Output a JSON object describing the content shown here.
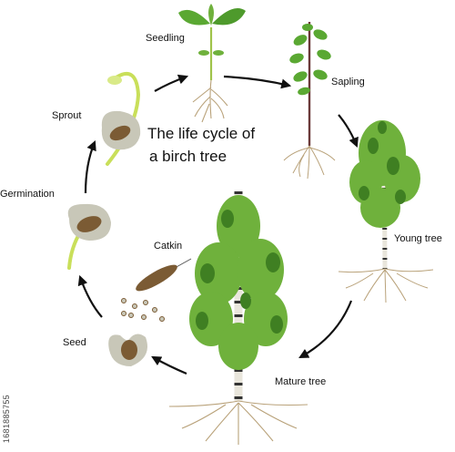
{
  "title_line1": "The  life  cycle of",
  "title_line2": "a  birch  tree",
  "stages": {
    "seedling": "Seedling",
    "sapling": "Sapling",
    "young_tree": "Young tree",
    "mature_tree": "Mature tree",
    "catkin": "Catkin",
    "seed": "Seed",
    "germination": "Germination",
    "sprout": "Sprout"
  },
  "watermark": "1681885755",
  "colors": {
    "leaf": "#5aa832",
    "leaf_dark": "#3f7f22",
    "stem_young": "#c9df5a",
    "root": "#b9a27a",
    "bark": "#e9e6dc",
    "seed_coat": "#c8c7b8",
    "seed_inner": "#7b5b34",
    "arrow": "#111111"
  }
}
